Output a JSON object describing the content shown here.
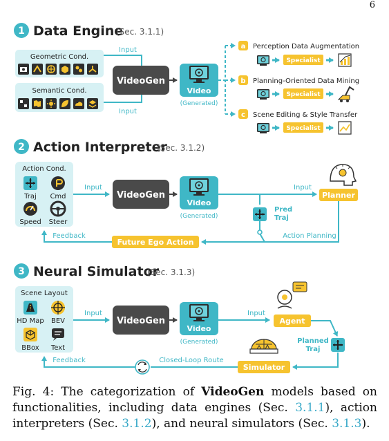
{
  "page_number": "6",
  "colors": {
    "teal": "#3fb7c6",
    "teal_light": "#d7f1f4",
    "orange": "#f6c32f",
    "dark_box": "#4a4a4a",
    "section_badge": "#3fb7c6"
  },
  "sections": [
    {
      "number": "1",
      "title": "Data Engine",
      "ref": "(Sec. 3.1.1)",
      "cond_groups": [
        {
          "label": "Geometric Cond.",
          "icons": [
            "camera-icon",
            "trajectory-icon",
            "road-map-icon",
            "bbox-cube-icon",
            "semantic-icon",
            "axes-icon"
          ]
        },
        {
          "label": "Semantic Cond.",
          "icons": [
            "qr-icon",
            "map-icon",
            "sun-icon",
            "leaf-icon",
            "weather-icon",
            "layers-icon"
          ]
        }
      ],
      "inputs": [
        "Input",
        "Input"
      ],
      "videogen": "VideoGen",
      "video": "Video",
      "generated": "(Generated)",
      "outputs": [
        {
          "letter": "a",
          "label": "Perception Data Augmentation",
          "specialist": "Specialist"
        },
        {
          "letter": "b",
          "label": "Planning-Oriented Data Mining",
          "specialist": "Specialist"
        },
        {
          "letter": "c",
          "label": "Scene Editing & Style Transfer",
          "specialist": "Specialist"
        }
      ]
    },
    {
      "number": "2",
      "title": "Action Interpreter",
      "ref": "(Sec. 3.1.2)",
      "cond_title": "Action Cond.",
      "cond_items": [
        "Traj",
        "Cmd",
        "Speed",
        "Steer"
      ],
      "input_left": "Input",
      "videogen": "VideoGen",
      "video": "Video",
      "generated": "(Generated)",
      "input_right": "Input",
      "planner": "Planner",
      "pred_traj": [
        "Pred",
        "Traj"
      ],
      "feedback": "Feedback",
      "future_action": "Future Ego Action",
      "action_planning": "Action Planning"
    },
    {
      "number": "3",
      "title": "Neural Simulator",
      "ref": "(Sec. 3.1.3)",
      "cond_title": "Scene Layout",
      "cond_items": [
        "HD Map",
        "BEV",
        "BBox",
        "Text"
      ],
      "input_left": "Input",
      "videogen": "VideoGen",
      "video": "Video",
      "generated": "(Generated)",
      "input_right": "Input",
      "agent": "Agent",
      "planned_traj": [
        "Planned",
        "Traj"
      ],
      "feedback": "Feedback",
      "closed_loop": "Closed-Loop Route",
      "simulator": "Simulator"
    }
  ],
  "caption": {
    "prefix": "Fig. 4: The categorization of",
    "bold": "VideoGen",
    "middle1": "models based on functionalities, including data engines (Sec.",
    "ref1": "3.1.1",
    "middle2": "), action interpreters (Sec.",
    "ref2": "3.1.2",
    "middle3": "), and neural simulators (Sec.",
    "ref3": "3.1.3",
    "suffix": ")."
  }
}
